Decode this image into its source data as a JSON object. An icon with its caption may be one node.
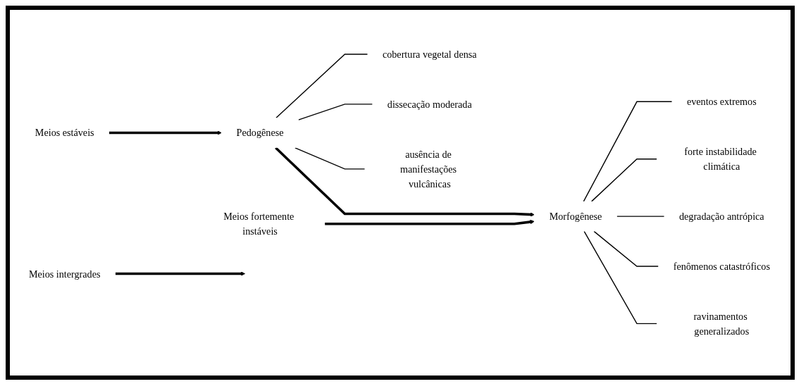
{
  "diagram": {
    "nodes": [
      {
        "text": [
          "Meios estáveis"
        ]
      },
      {
        "text": [
          "Pedogênese"
        ]
      },
      {
        "text": [
          "cobertura vegetal densa"
        ]
      },
      {
        "text": [
          "dissecação moderada"
        ]
      },
      {
        "text": [
          "ausência de manifestações vulcânicas"
        ]
      },
      {
        "text": [
          "Meios intergrades"
        ]
      },
      {
        "text": [
          "Meios fortemente instáveis"
        ]
      },
      {
        "text": [
          "Morfogênese"
        ]
      },
      {
        "text": [
          "eventos extremos"
        ]
      },
      {
        "text": [
          "forte instabilidade climática"
        ]
      },
      {
        "text": [
          "degradação antrópica"
        ]
      },
      {
        "text": [
          "fenômenos catastróficos"
        ]
      },
      {
        "text": [
          "ravinamentos generalizados"
        ]
      }
    ],
    "edges": [
      {
        "from": 0,
        "to": 1,
        "arrow": "to",
        "style": "thick"
      },
      {
        "from": 1,
        "to": 2,
        "arrow": "none"
      },
      {
        "from": 1,
        "to": 3,
        "arrow": "none"
      },
      {
        "from": 1,
        "to": 4,
        "arrow": "none"
      },
      {
        "from": 1,
        "to": 7,
        "arrow": "to",
        "style": "thick"
      },
      {
        "from": 5,
        "to": null,
        "arrow": "to",
        "style": "thick"
      },
      {
        "from": 6,
        "to": 7,
        "arrow": "to",
        "style": "thick"
      },
      {
        "from": 7,
        "to": 8,
        "arrow": "none"
      },
      {
        "from": 7,
        "to": 9,
        "arrow": "none"
      },
      {
        "from": 7,
        "to": 10,
        "arrow": "none"
      },
      {
        "from": 7,
        "to": 11,
        "arrow": "none"
      },
      {
        "from": 7,
        "to": 12,
        "arrow": "none"
      }
    ]
  }
}
